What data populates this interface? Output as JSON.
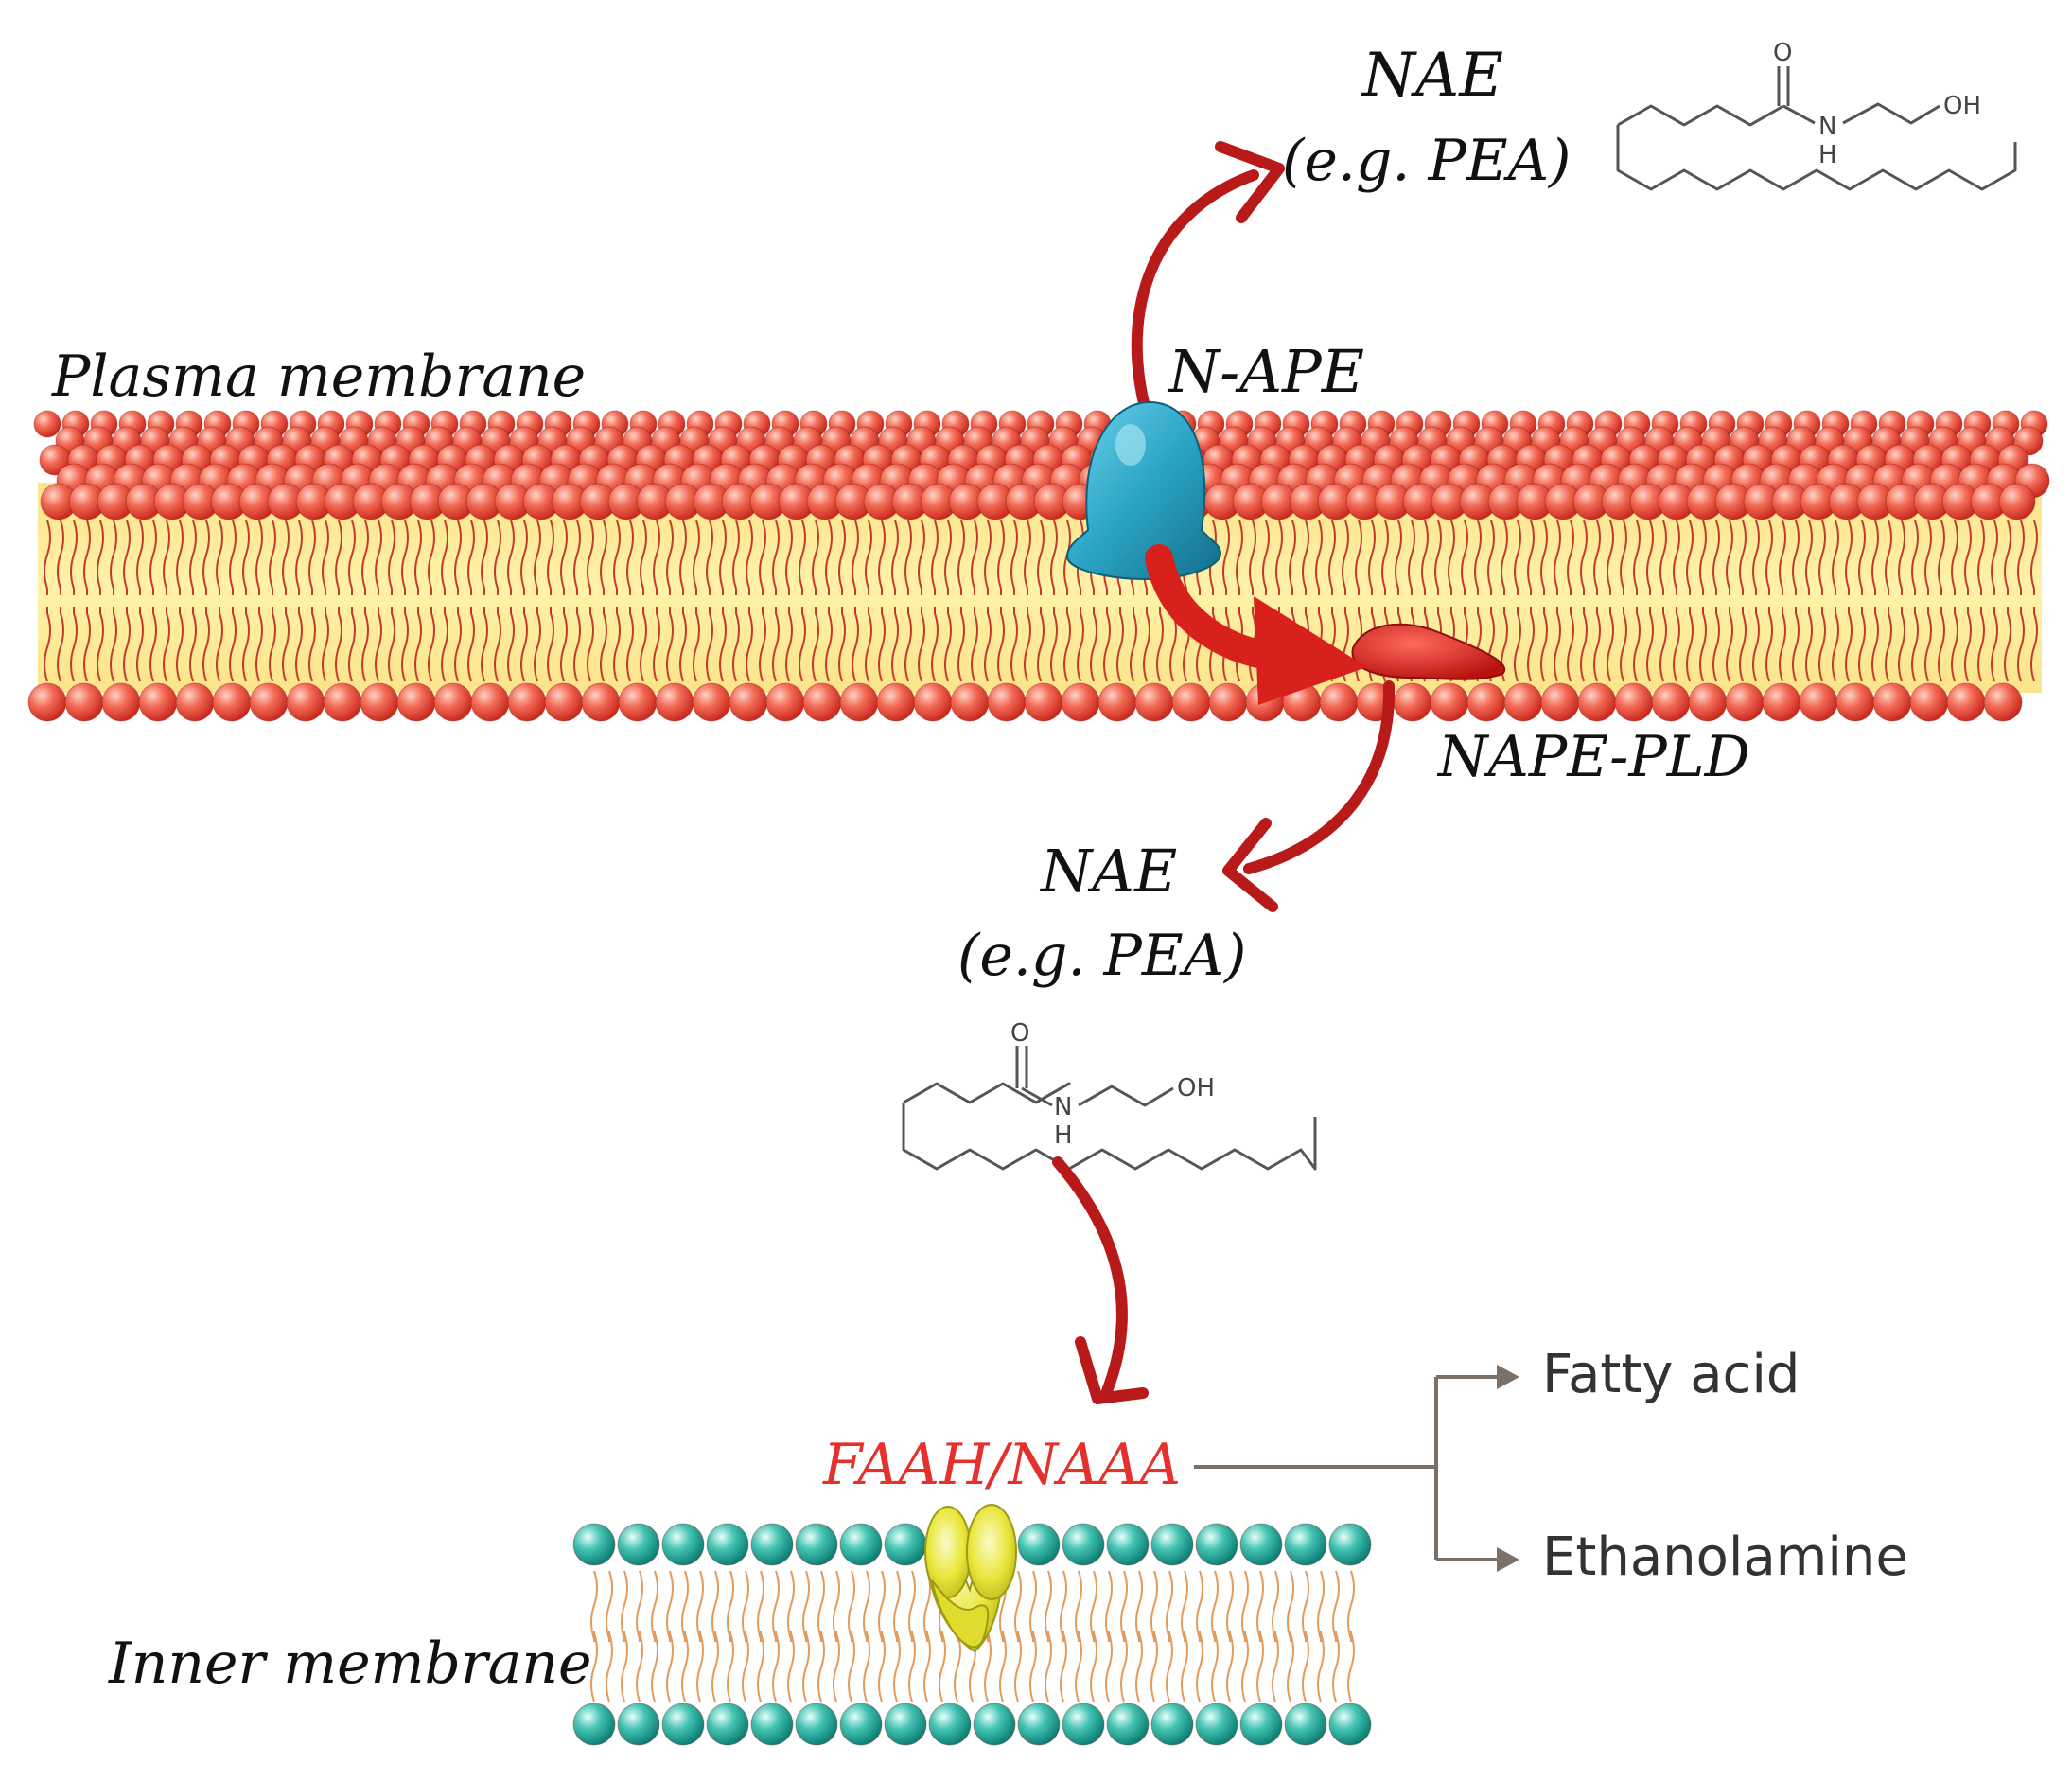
{
  "labels": {
    "nae_top": "NAE",
    "eg_pea_top": "(e.g. PEA)",
    "plasma_membrane": "Plasma membrane",
    "napes": "N-APE",
    "nape_pld": "NAPE-PLD",
    "nae_mid": "NAE",
    "eg_pea_mid": "(e.g. PEA)",
    "faah_naaa": "FAAH/NAAA",
    "fatty_acid": "Fatty acid",
    "ethanolamine": "Ethanolamine",
    "inner_membrane": "Inner membrane"
  },
  "chem": {
    "o": "O",
    "n": "N",
    "h": "H",
    "oh": "OH"
  },
  "colors": {
    "plasma_head": "#e8473a",
    "plasma_head_light": "#ffb3a0",
    "membrane_core": "#fbe98a",
    "tail": "#c43a2e",
    "napes_protein": "#2aa4c4",
    "nape_pld_protein": "#d8201c",
    "arrow_red": "#b81a1a",
    "inner_head": "#1ea99a",
    "inner_head_light": "#bff0e8",
    "inner_tail": "#e39a5a",
    "faah_protein": "#e5e234",
    "faah_label": "#e5302c",
    "product_arrow": "#7a7068",
    "bond": "#555555"
  }
}
